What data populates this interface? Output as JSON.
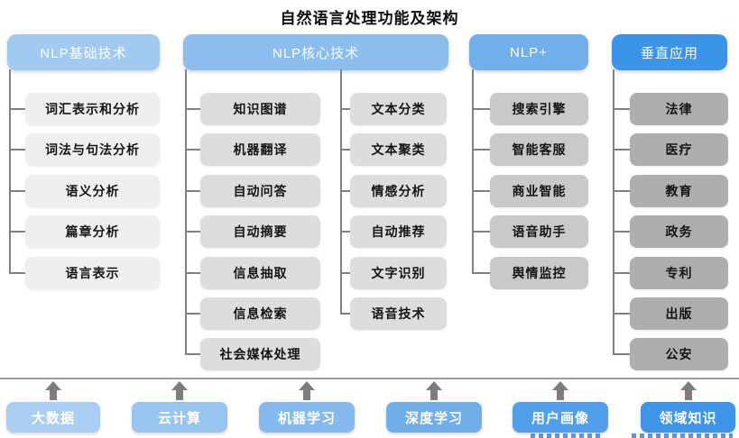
{
  "title": "自然语言处理功能及架构",
  "colors": {
    "header_shades": [
      "#A2CAF0",
      "#8BBDED",
      "#70AFE9",
      "#3C94E8"
    ],
    "item_shades": [
      "#EFEFEF",
      "#DDDDDD",
      "#C9C9C9",
      "#AEAEAE"
    ],
    "connector": "#808080",
    "divider": "#9A9A9A",
    "arrow": "#7D7D7D",
    "header_text": "#FFFFFF",
    "item_text": "#141414"
  },
  "columns": [
    {
      "header": "NLP基础技术",
      "items": [
        "词汇表示和分析",
        "词法与句法分析",
        "语义分析",
        "篇章分析",
        "语言表示"
      ]
    },
    {
      "header": "NLP核心技术",
      "items_left": [
        "知识图谱",
        "机器翻译",
        "自动问答",
        "自动摘要",
        "信息抽取",
        "信息检索",
        "社会媒体处理"
      ],
      "items_right": [
        "文本分类",
        "文本聚类",
        "情感分析",
        "自动推荐",
        "文字识别",
        "语音技术"
      ]
    },
    {
      "header": "NLP+",
      "items": [
        "搜索引擎",
        "智能客服",
        "商业智能",
        "语音助手",
        "舆情监控"
      ]
    },
    {
      "header": "垂直应用",
      "items": [
        "法律",
        "医疗",
        "教育",
        "政务",
        "专利",
        "出版",
        "公安"
      ]
    }
  ],
  "foundations": [
    {
      "label": "大数据",
      "color": "#A9CEF2"
    },
    {
      "label": "云计算",
      "color": "#98C5F0"
    },
    {
      "label": "机器学习",
      "color": "#86BAEE"
    },
    {
      "label": "深度学习",
      "color": "#6FAEEA"
    },
    {
      "label": "用户画像",
      "color": "#4F9FEA"
    },
    {
      "label": "领域知识",
      "color": "#3E95E8"
    }
  ]
}
